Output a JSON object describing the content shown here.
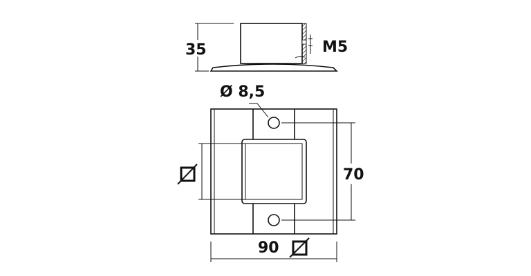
{
  "drawing": {
    "side_view": {
      "height_label": "35",
      "thread_label": "M5"
    },
    "top_view": {
      "hole_label": "Ø 8,5",
      "hole_spacing_label": "70",
      "plate_width_label": "90",
      "tube_square_symbol": "square-section",
      "plate_square_symbol": "square-section"
    }
  },
  "colors": {
    "line": "#111111",
    "background": "#ffffff"
  }
}
